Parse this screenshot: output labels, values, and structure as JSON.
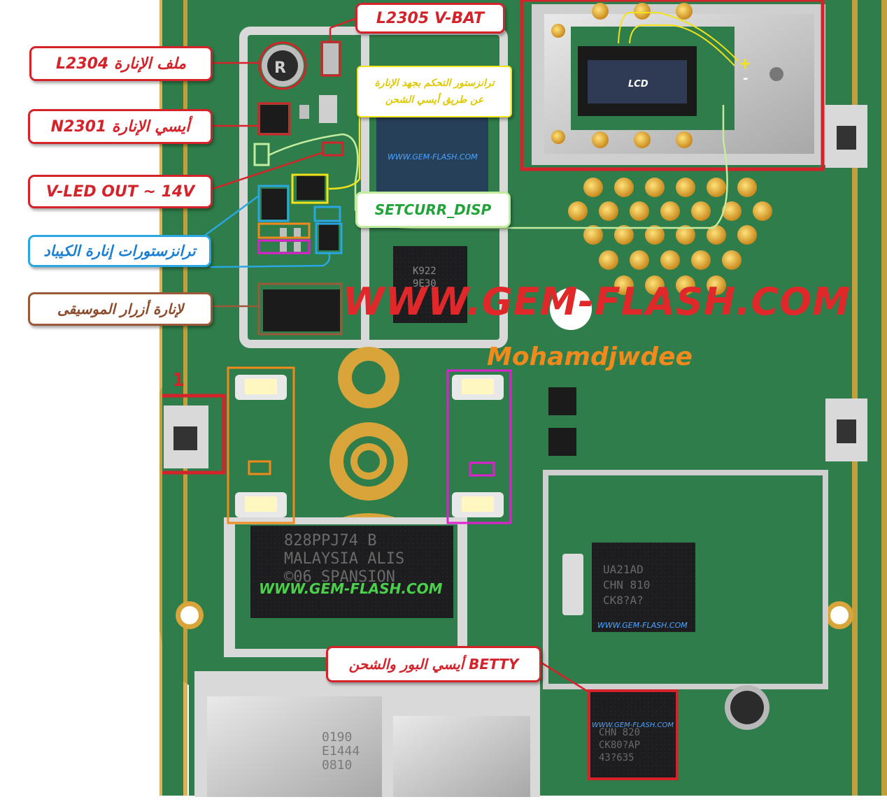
{
  "labels": {
    "l2305": "L2305 V-BAT",
    "l2304": "L2304 ملف الإنارة",
    "n2301": "N2301 أيسي الإنارة",
    "vled": "V-LED OUT ~ 14V",
    "control_transistor_line1": "ترانزستور التحكم بجهد الإنارة",
    "control_transistor_line2": "عن طريق أيسي الشحن",
    "setcurr": "SETCURR_DISP",
    "keypad_transistors": "ترانزستورات إنارة الكيباد",
    "music_keys": "لإنارة أزرار الموسيقى",
    "betty": "أيسي البور والشحن BETTY",
    "lcd": "LCD",
    "plus": "+",
    "minus": "-",
    "marker_one": "1"
  },
  "watermarks": {
    "main": "WWW.GEM-FLASH.COM",
    "author": "Mohamdjwdee",
    "small": "WWW.GEM-FLASH.COM"
  },
  "chip_markings": {
    "flash_chip": "828PPJ74 B\nMALAYSIA ALIS\n©06 SPANSION",
    "betty_chip": "CHN 820\nCK80?AP\n43?635",
    "cpu_chip": "UA21AD\nCHN 810\nCK8?A?",
    "mid_chip": "K922\n9E30",
    "bottom_chip": "0190\nE1444\n0810"
  },
  "colors": {
    "pcb": "#2f7d4a",
    "red": "#d4232a",
    "yellow": "#f2e21a",
    "green": "#c4eca0",
    "blue": "#2aa7e0",
    "orange": "#f08a1c",
    "magenta": "#e020d0",
    "brown": "#9a5a3a",
    "gold": "#d9a43a"
  }
}
